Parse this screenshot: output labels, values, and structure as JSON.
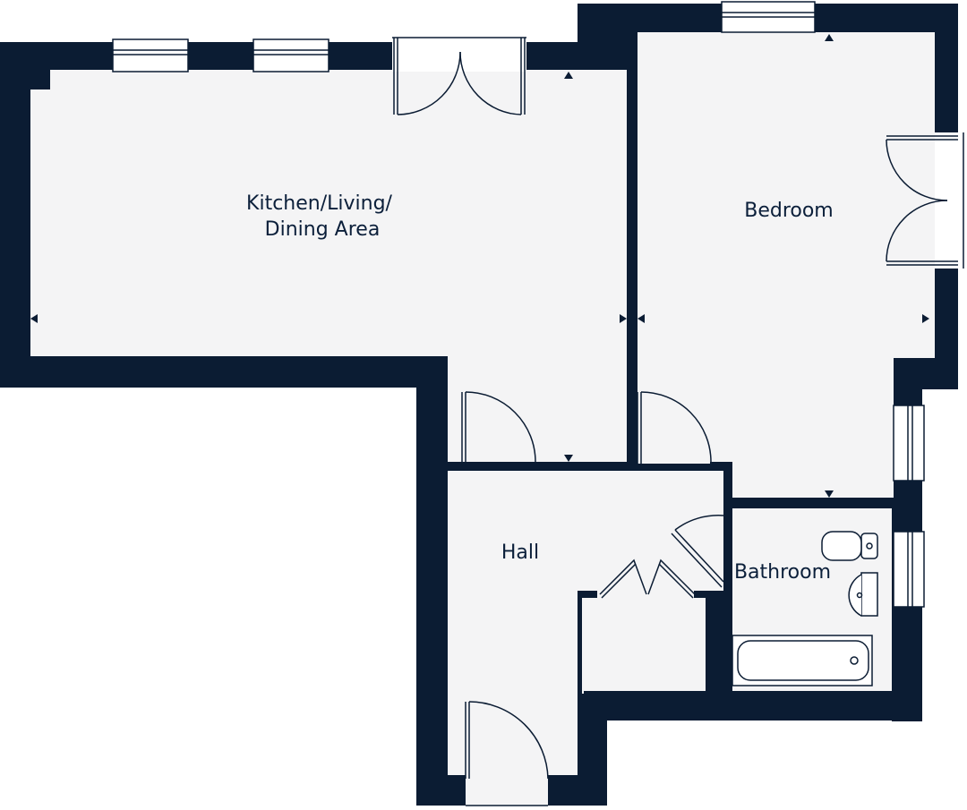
{
  "plan": {
    "rooms": [
      {
        "id": "kitchen",
        "label_lines": [
          "Kitchen/Living/",
          "Dining Area"
        ]
      },
      {
        "id": "bedroom",
        "label_lines": [
          "Bedroom"
        ]
      },
      {
        "id": "hall",
        "label_lines": [
          "Hall"
        ]
      },
      {
        "id": "bathroom",
        "label_lines": [
          "Bathroom"
        ]
      }
    ],
    "colors": {
      "wall": "#0b1c33",
      "floor": "#f4f4f5",
      "line": "#0b1c33",
      "background": "#ffffff"
    }
  }
}
